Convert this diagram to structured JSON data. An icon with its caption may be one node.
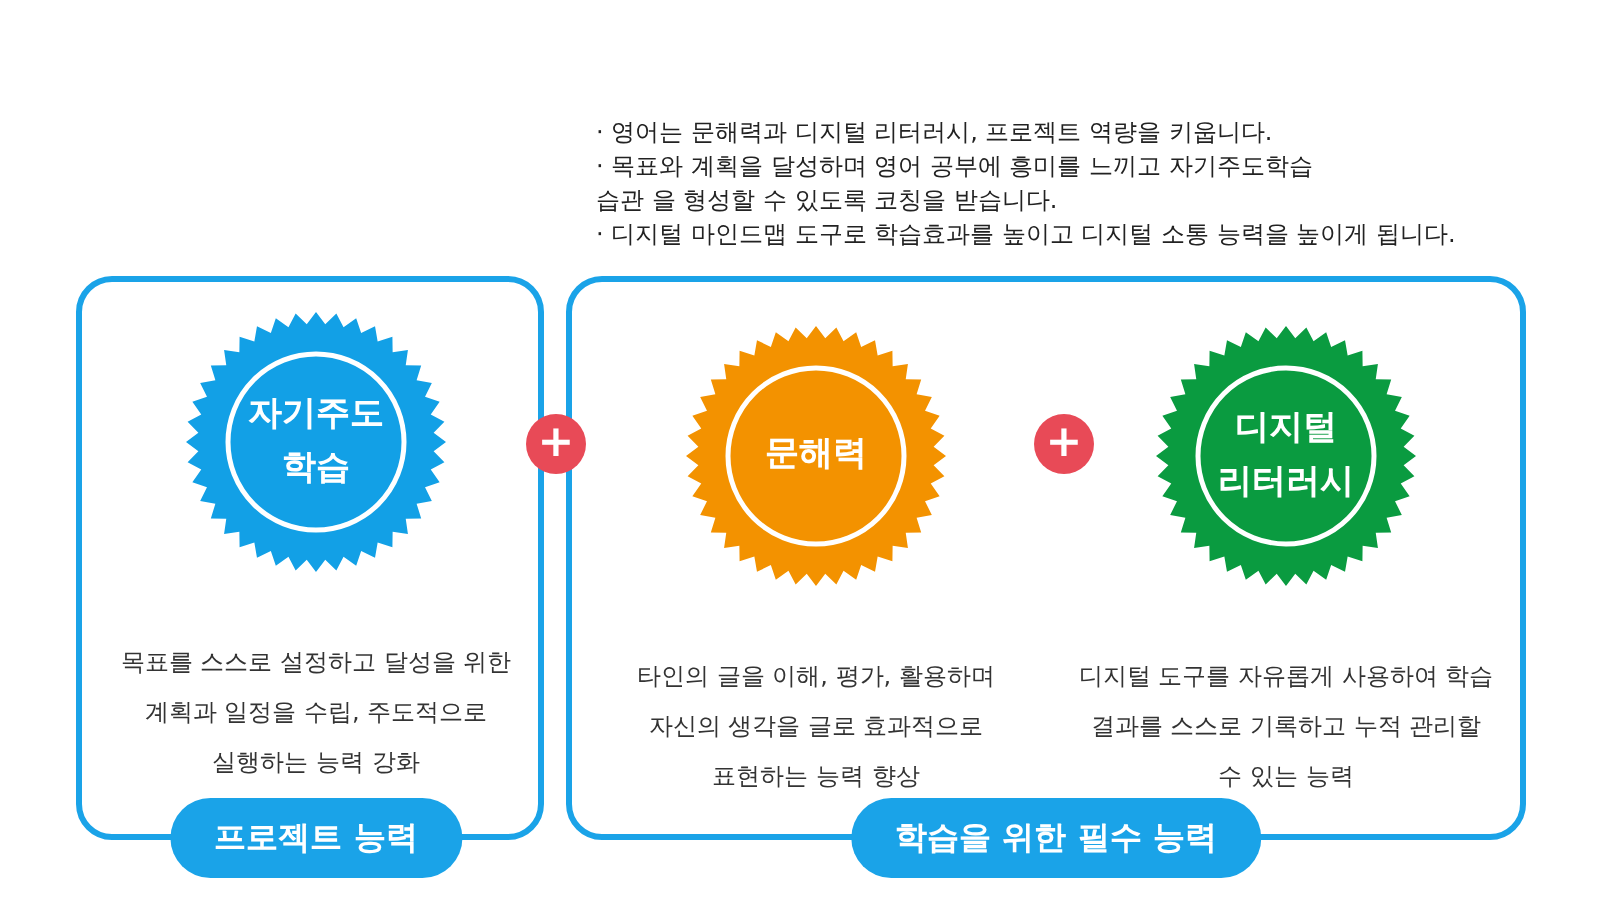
{
  "diagram": {
    "nodes": [
      {
        "text": [
          "프로젝트 능력"
        ]
      },
      {
        "text": [
          "학습을 위한 필수 능력"
        ]
      },
      {
        "text": [
          "자기주도 학습"
        ],
        "in": 0,
        "beside": [
          "목표를 스스로 설정하고 달성을 위한 계획과 일정을 수립, 주도적으로 실행하는 능력 강화"
        ]
      },
      {
        "text": [
          "문해력"
        ],
        "in": 1,
        "beside": [
          "타인의 글을 이해, 평가, 활용하며 자신의 생각을 글로 효과적으로 표현하는 능력 향상"
        ]
      },
      {
        "text": [
          "디지털 리터러시"
        ],
        "in": 1,
        "beside": [
          "디지털 도구를 자유롭게 사용하여 학습 결과를 스스로 기록하고 누적 관리할 수 있는 능력"
        ]
      }
    ],
    "labels": [
      "· 영어는 문해력과 디지털 리터러시, 프로젝트 역량을 키웁니다.",
      "· 목표와 계획을 달성하며 영어 공부에 흥미를 느끼고 자기주도학습 습관 을 형성할 수 있도록 코칭을 받습니다.",
      "· 디지털 마인드맵 도구로 학습효과를 높이고 디지털 소통 능력을 높이게 됩니다.",
      "+",
      "+"
    ]
  }
}
